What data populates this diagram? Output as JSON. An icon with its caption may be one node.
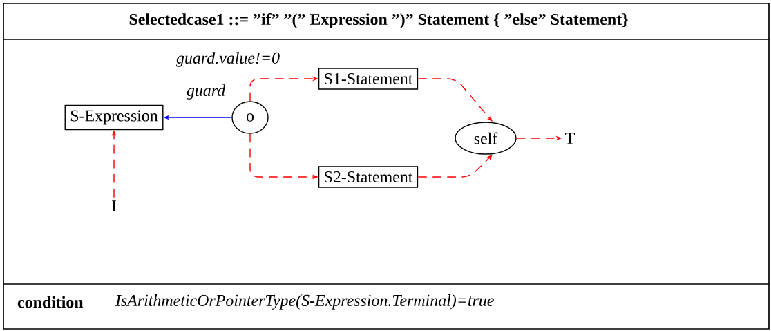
{
  "diagram": {
    "title": "Selectedcase1 ::= ”if” ”(” Expression ”)” Statement { ”else” Statement}",
    "nodes": [
      {
        "text": [
          "S-Expression"
        ]
      },
      {
        "text": [
          "o"
        ]
      },
      {
        "text": [
          "S1-Statement"
        ]
      },
      {
        "text": [
          "S2-Statement"
        ]
      },
      {
        "text": [
          "self"
        ]
      },
      {
        "text": [
          "T"
        ]
      },
      {
        "text": [
          "I"
        ]
      }
    ],
    "edges": [
      {
        "from": 1,
        "to": 0,
        "arrow": "to",
        "label": "guard",
        "color": "#0000ff"
      },
      {
        "from": 1,
        "to": 2,
        "arrow": "to",
        "label": "guard.value!=0",
        "style": "dashed"
      },
      {
        "from": 1,
        "to": 3,
        "arrow": "to",
        "style": "dashed"
      },
      {
        "from": 2,
        "to": 4,
        "arrow": "to",
        "style": "dashed"
      },
      {
        "from": 3,
        "to": 4,
        "arrow": "to",
        "style": "dashed"
      },
      {
        "from": 4,
        "to": 5,
        "arrow": "to",
        "style": "dashed"
      },
      {
        "from": 6,
        "to": 0,
        "arrow": "to",
        "style": "dashed"
      }
    ],
    "labels": [
      "condition",
      "IsArithmeticOrPointerType(S-Expression.Terminal)=true"
    ]
  }
}
